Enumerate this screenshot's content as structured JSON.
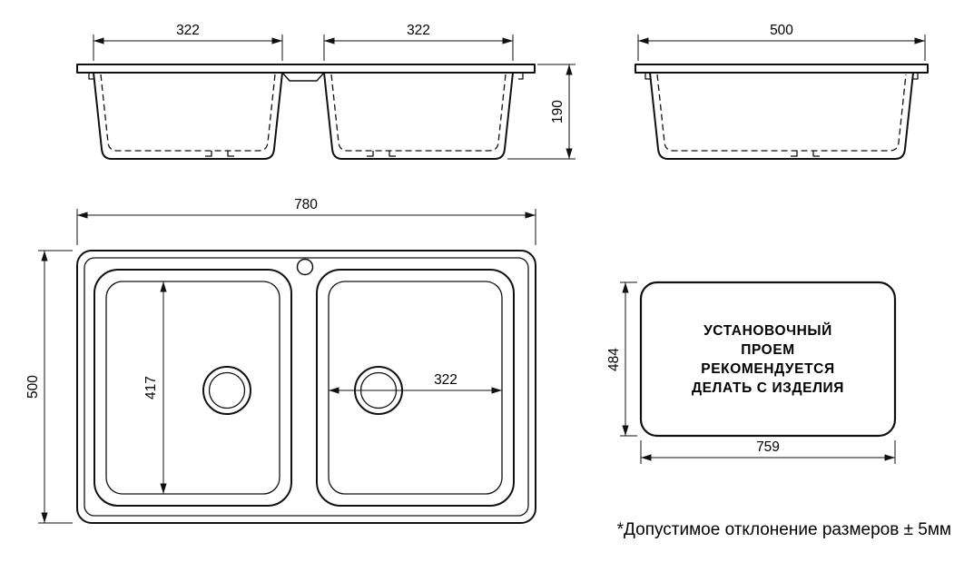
{
  "drawing": {
    "front_view": {
      "left_bowl_width": "322",
      "right_bowl_width": "322",
      "height": "190"
    },
    "side_view": {
      "depth": "500"
    },
    "plan_view": {
      "overall_width": "780",
      "overall_depth": "500",
      "bowl_inner_depth": "417",
      "bowl_inner_width": "322"
    },
    "opening": {
      "height": "484",
      "width": "759",
      "note_lines": [
        "УСТАНОВОЧНЫЙ",
        "ПРОЕМ",
        "РЕКОМЕНДУЕТСЯ",
        "ДЕЛАТЬ С ИЗДЕЛИЯ"
      ]
    },
    "footnote": "*Допустимое отклонение размеров ± 5мм"
  }
}
